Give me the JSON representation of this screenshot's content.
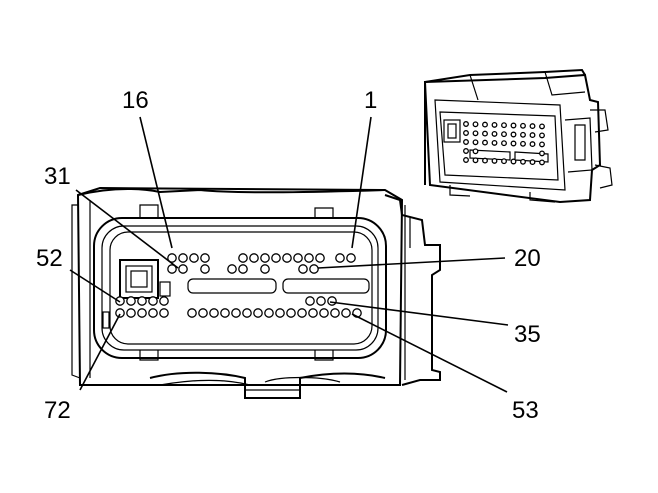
{
  "figure": {
    "description_labels": []
  },
  "pin_labels": {
    "p16": "16",
    "p1": "1",
    "p31": "31",
    "p20": "20",
    "p52": "52",
    "p35": "35",
    "p72": "72",
    "p53": "53"
  }
}
